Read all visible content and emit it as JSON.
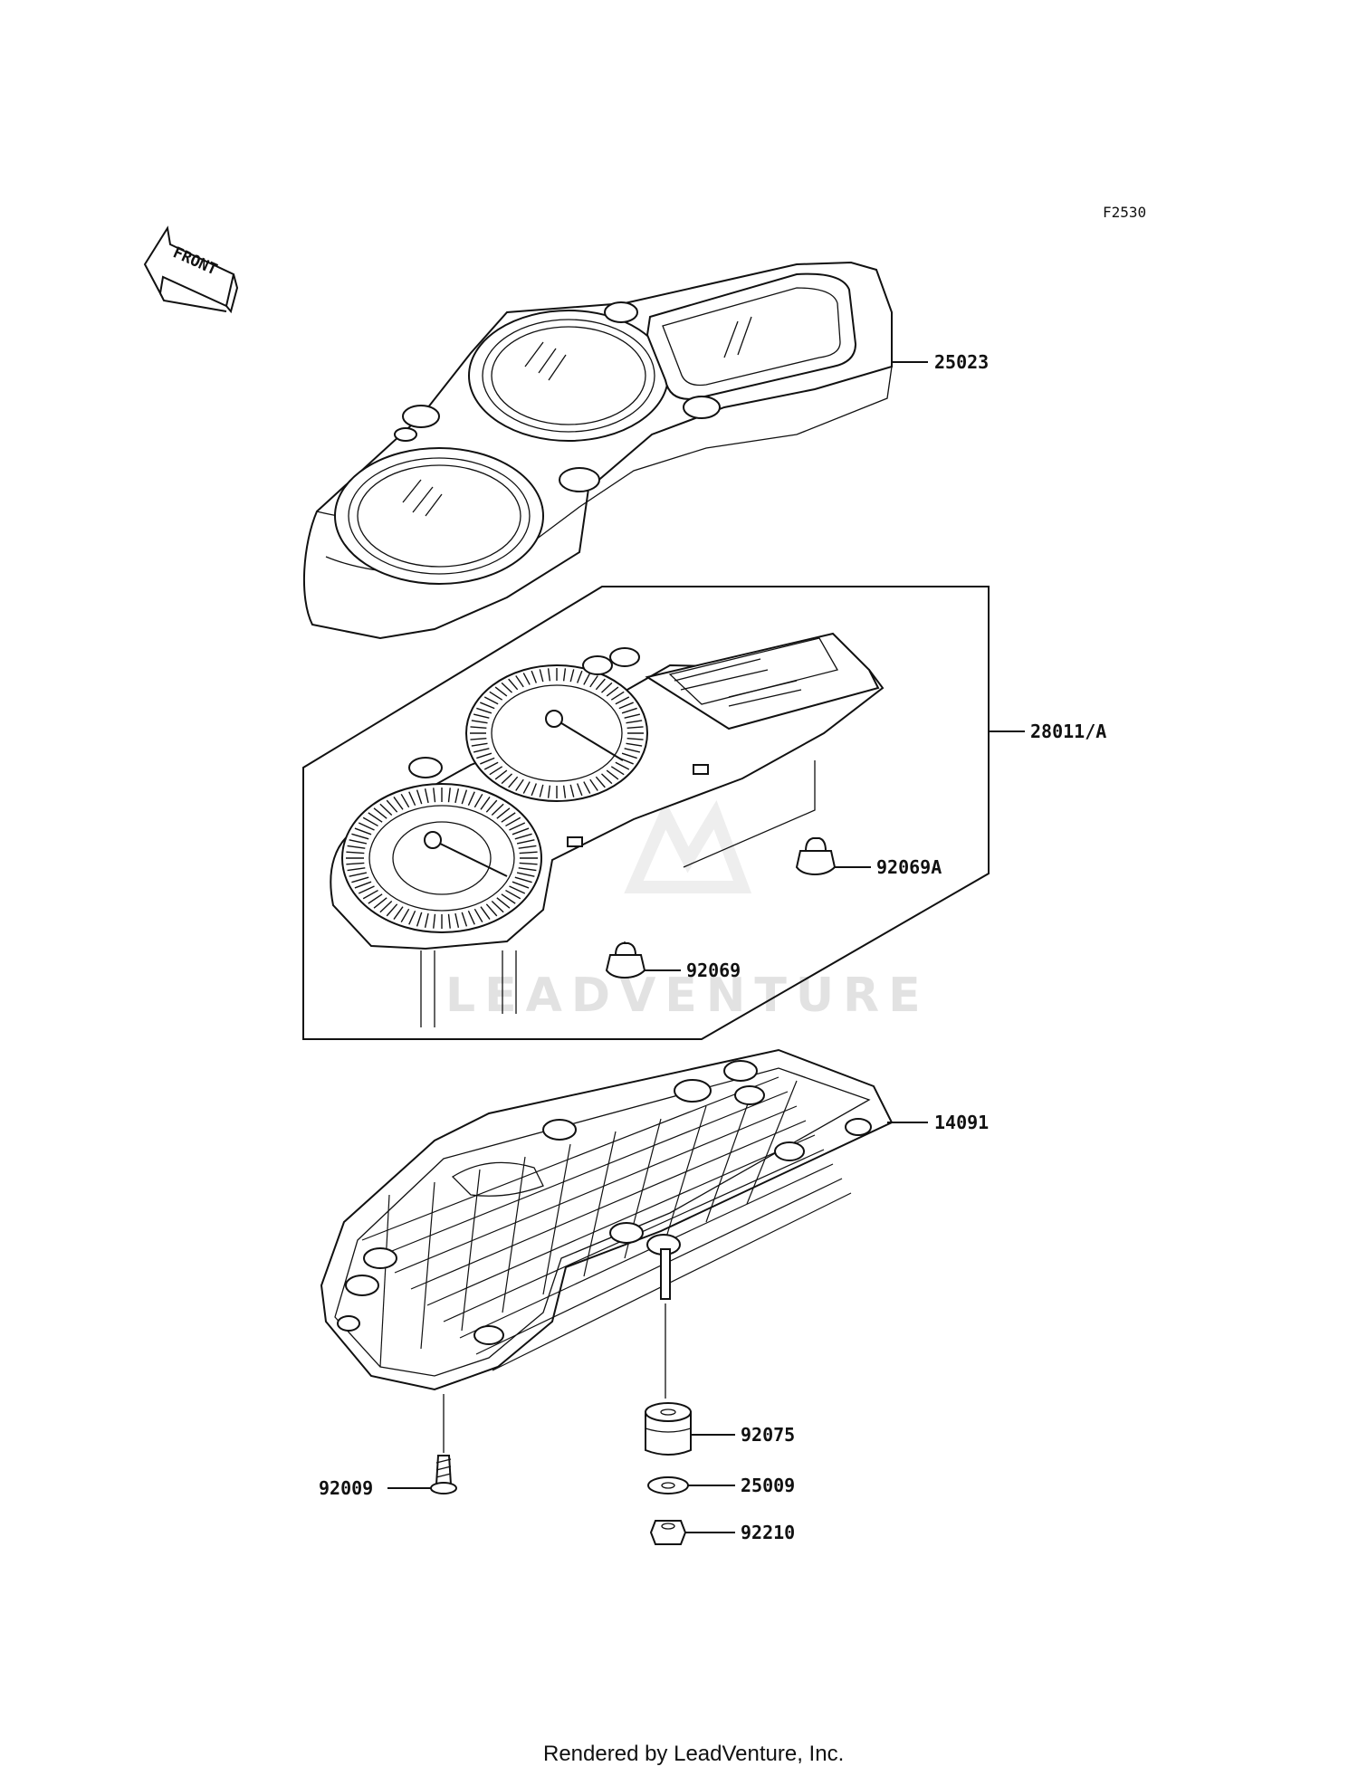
{
  "figure_code": "F2530",
  "front_label": "FRONT",
  "watermark_text": "LEADVENTURE",
  "footer_text": "Rendered by LeadVenture, Inc.",
  "callouts": {
    "meter_cover": "25023",
    "meter_assy": "28011/A",
    "bulb_a": "92069A",
    "bulb": "92069",
    "meter_case": "14091",
    "screw": "92009",
    "damper": "92075",
    "washer": "25009",
    "nut": "92210"
  }
}
